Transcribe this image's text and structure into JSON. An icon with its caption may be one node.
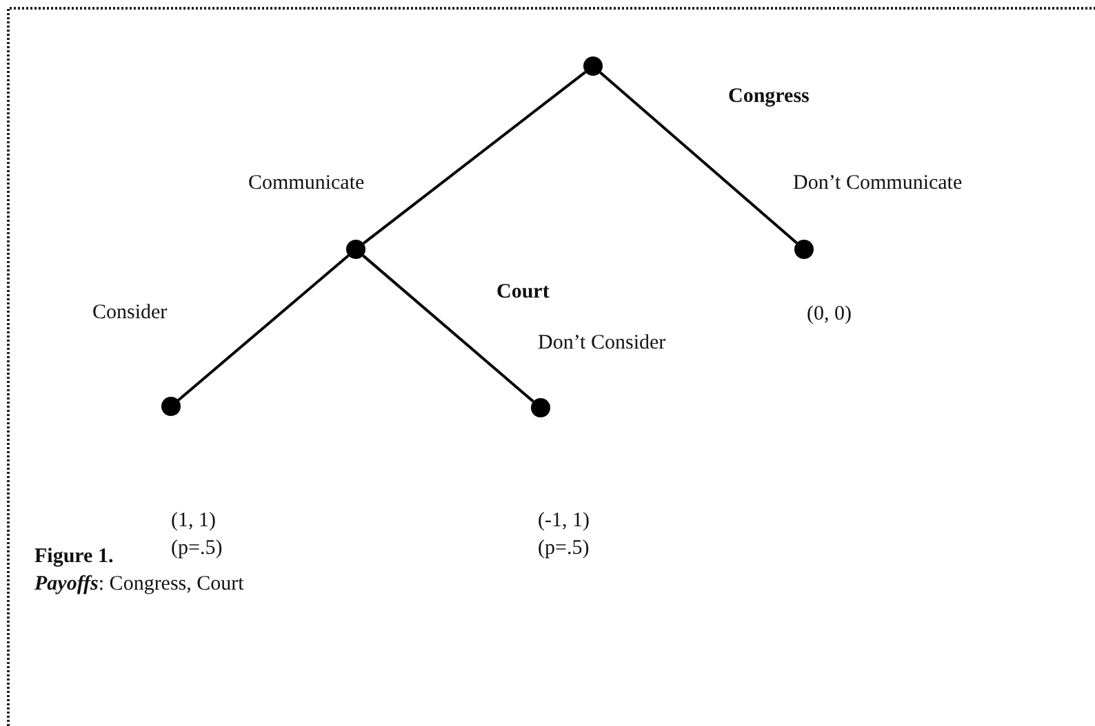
{
  "diagram": {
    "nodes": [
      {
        "text": [],
        "shape": "circle"
      },
      {
        "text": [],
        "shape": "circle"
      },
      {
        "text": [],
        "shape": "circle",
        "beside": [
          "(0, 0)"
        ]
      },
      {
        "text": [],
        "shape": "circle",
        "beside": [
          "(1, 1)",
          "(p=.5)"
        ]
      },
      {
        "text": [],
        "shape": "circle",
        "beside": [
          "(-1, 1)",
          "(p=.5)"
        ]
      }
    ],
    "edges": [
      {
        "from": 0,
        "to": 1,
        "arrow": "none",
        "label": "Communicate"
      },
      {
        "from": 0,
        "to": 2,
        "arrow": "none",
        "label": "Don’t Communicate"
      },
      {
        "from": 1,
        "to": 3,
        "arrow": "none",
        "label": "Consider"
      },
      {
        "from": 1,
        "to": 4,
        "arrow": "none",
        "label": "Don’t Consider"
      }
    ],
    "labels": [
      "Congress",
      "Court",
      "Figure 1.",
      "*Payoffs*: Congress, Court"
    ]
  }
}
